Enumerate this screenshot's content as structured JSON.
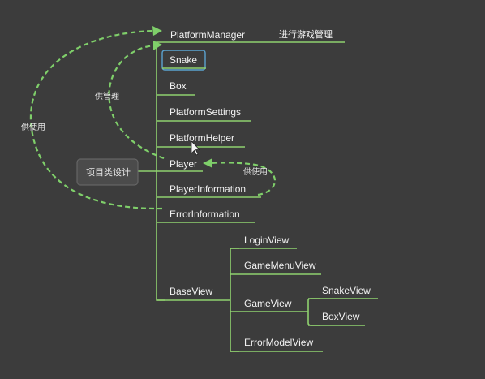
{
  "root": {
    "label": "PlatformManager",
    "note": "进行游戏管理"
  },
  "center_topic": "项目类设计",
  "branches": [
    "Snake",
    "Box",
    "PlatformSettings",
    "PlatformHelper",
    "Player",
    "PlayerInformation",
    "ErrorInformation",
    "BaseView"
  ],
  "baseview_children": [
    "LoginView",
    "GameMenuView",
    "GameView",
    "ErrorModelView"
  ],
  "gameview_children": [
    "SnakeView",
    "BoxView"
  ],
  "relation_notes": {
    "manage": "供管理",
    "use_left": "供使用",
    "use_right": "供使用"
  },
  "colors": {
    "background": "#3c3c3c",
    "line": "#8fd16e",
    "dashed": "#7fcf6a",
    "highlight": "#5ba3d0"
  }
}
